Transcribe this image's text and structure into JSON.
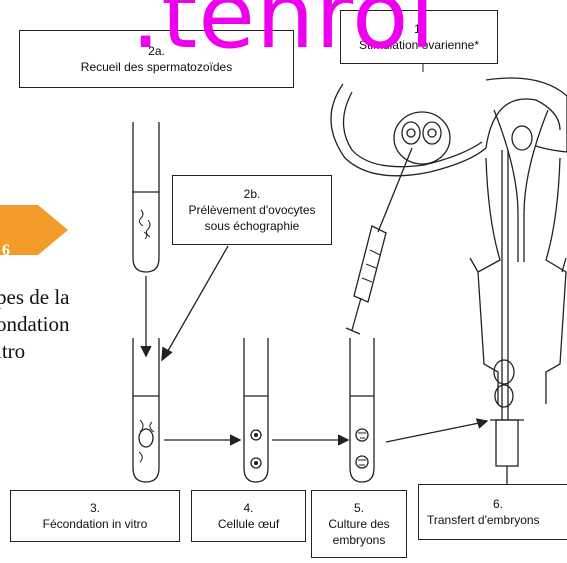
{
  "watermark": {
    "text": ".tenroi",
    "color": "#ee00ee"
  },
  "badge": {
    "number": "6",
    "color": "#f39c2b"
  },
  "side_text": {
    "line1": "pes de la",
    "line2": "ondation",
    "line3": "itro"
  },
  "steps": {
    "s1": {
      "num": "1.",
      "label": "Stimulation ovarienne*"
    },
    "s2a": {
      "num": "2a.",
      "label": "Recueil des spermatozoïdes"
    },
    "s2b": {
      "num": "2b.",
      "label1": "Prélèvement d'ovocytes",
      "label2": "sous échographie"
    },
    "s3": {
      "num": "3.",
      "label": "Fécondation in vitro"
    },
    "s4": {
      "num": "4.",
      "label": "Cellule œuf"
    },
    "s5": {
      "num": "5.",
      "label1": "Culture des",
      "label2": "embryons"
    },
    "s6": {
      "num": "6.",
      "label": "Transfert d'embryons"
    }
  }
}
